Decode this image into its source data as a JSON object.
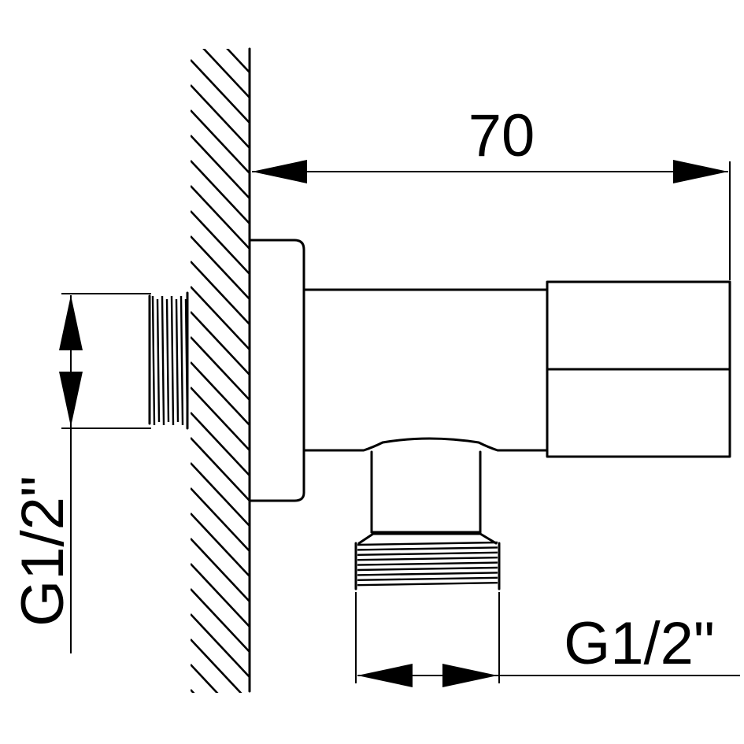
{
  "dimensions": {
    "length": "70",
    "wall_thread": "G1/2\"",
    "outlet_thread": "G1/2\""
  }
}
